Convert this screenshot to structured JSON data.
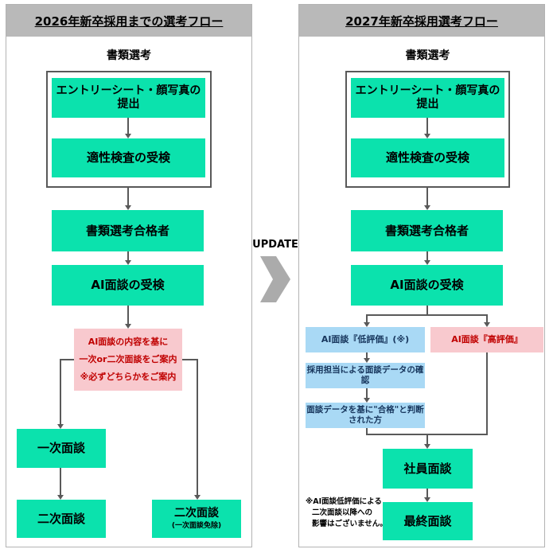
{
  "colors": {
    "teal": "#0BE2AD",
    "pink_bg": "#F8C9CE",
    "pink_text": "#C00000",
    "blue_bg": "#A9D9F5",
    "blue_text": "#17365D",
    "header_bg": "#B9B9B9",
    "line": "#595959",
    "chevron": "#ABABAB"
  },
  "update": {
    "label": "UPDATE"
  },
  "left_panel": {
    "title": "2026年新卒採用までの選考フロー",
    "screening_label": "書類選考",
    "entry_sheet": "エントリーシート・顔写真の提出",
    "aptitude_test": "適性検査の受検",
    "document_pass": "書類選考合格者",
    "ai_interview": "AI面談の受検",
    "guide_lines": [
      "AI面談の内容を基に",
      "一次or二次面談をご案内",
      "※必ずどちらかをご案内"
    ],
    "first_interview": "一次面談",
    "second_interview": "二次面談",
    "second_interview_skip": "二次面談",
    "second_interview_skip_note": "(一次面談免除)"
  },
  "right_panel": {
    "title": "2027年新卒採用選考フロー",
    "screening_label": "書類選考",
    "entry_sheet": "エントリーシート・顔写真の提出",
    "aptitude_test": "適性検査の受検",
    "document_pass": "書類選考合格者",
    "ai_interview": "AI面談の受検",
    "low_eval": "AI面談『低評価』(※)",
    "high_eval": "AI面談『高評価』",
    "hr_check": "採用担当による面談データの確認",
    "pass_judged": "面談データを基に\"合格\"と判断された方",
    "staff_interview": "社員面談",
    "final_interview": "最終面談",
    "note_lines": [
      "※AI面談低評価による",
      "二次面談以降への",
      "影響はございません。"
    ]
  }
}
